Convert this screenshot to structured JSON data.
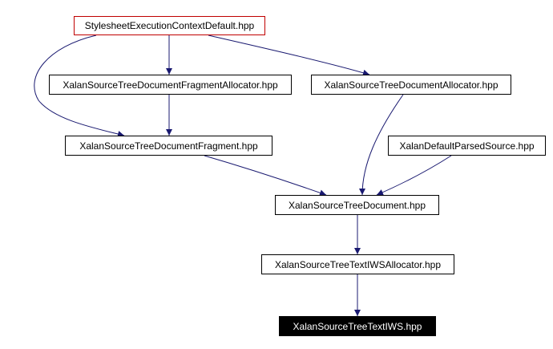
{
  "graph": {
    "nodes": [
      {
        "id": "sec",
        "label": "StylesheetExecutionContextDefault.hpp",
        "style": "root"
      },
      {
        "id": "frag_alloc",
        "label": "XalanSourceTreeDocumentFragmentAllocator.hpp",
        "style": "normal"
      },
      {
        "id": "doc_alloc",
        "label": "XalanSourceTreeDocumentAllocator.hpp",
        "style": "normal"
      },
      {
        "id": "frag",
        "label": "XalanSourceTreeDocumentFragment.hpp",
        "style": "normal"
      },
      {
        "id": "parsed",
        "label": "XalanDefaultParsedSource.hpp",
        "style": "normal"
      },
      {
        "id": "doc",
        "label": "XalanSourceTreeDocument.hpp",
        "style": "normal"
      },
      {
        "id": "iws_alloc",
        "label": "XalanSourceTreeTextIWSAllocator.hpp",
        "style": "normal"
      },
      {
        "id": "iws",
        "label": "XalanSourceTreeTextIWS.hpp",
        "style": "focus"
      }
    ],
    "edges": [
      {
        "from": "sec",
        "to": "frag_alloc"
      },
      {
        "from": "sec",
        "to": "doc_alloc"
      },
      {
        "from": "sec",
        "to": "frag"
      },
      {
        "from": "frag_alloc",
        "to": "frag"
      },
      {
        "from": "frag",
        "to": "doc"
      },
      {
        "from": "doc_alloc",
        "to": "doc"
      },
      {
        "from": "parsed",
        "to": "doc"
      },
      {
        "from": "doc",
        "to": "iws_alloc"
      },
      {
        "from": "iws_alloc",
        "to": "iws"
      }
    ],
    "colors": {
      "edge": "#191970",
      "root_border": "#c00000",
      "focus_fill": "#000000",
      "focus_text": "#ffffff"
    }
  }
}
